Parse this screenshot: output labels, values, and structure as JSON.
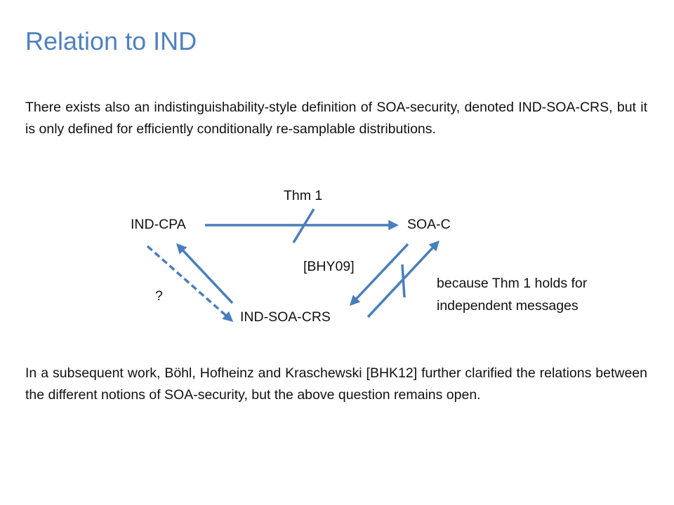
{
  "slide": {
    "title": "Relation to IND",
    "paragraph_1": "There exists also an indistinguishability-style definition of SOA-security, denoted IND-SOA-CRS, but it is only defined for efficiently conditionally re-samplable distributions.",
    "paragraph_2": "In a subsequent work, Böhl, Hofheinz and Kraschewski [BHK12] further clarified the relations between the different notions of SOA-security, but the above question remains open."
  },
  "diagram": {
    "nodes": {
      "ind_cpa": "IND-CPA",
      "soa_c": "SOA-C",
      "ind_soa_crs": "IND-SOA-CRS"
    },
    "labels": {
      "thm1": "Thm 1",
      "bhy09": "[BHY09]",
      "question": "?",
      "because_line1": "because Thm 1 holds for",
      "because_line2": "independent messages"
    },
    "colors": {
      "arrow": "#4a7ebb",
      "title": "#4f81bd"
    }
  }
}
